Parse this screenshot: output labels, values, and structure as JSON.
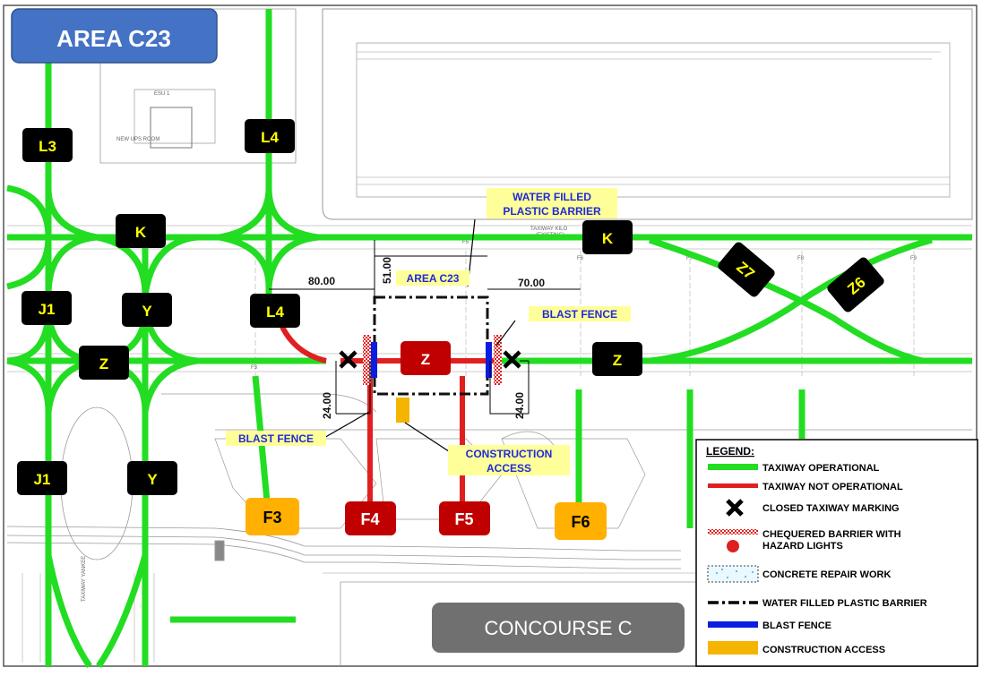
{
  "title": "AREA C23",
  "taxiway_labels": {
    "l3": "L3",
    "l4_top": "L4",
    "k_left": "K",
    "j1_mid": "J1",
    "y_mid": "Y",
    "l4_mid": "L4",
    "z_left": "Z",
    "j1_low": "J1",
    "y_low": "Y",
    "k_right": "K",
    "z_center": "Z",
    "z_right": "Z",
    "z7": "Z7",
    "z6": "Z6"
  },
  "gates": {
    "f3": "F3",
    "f4": "F4",
    "f5": "F5",
    "f6": "F6"
  },
  "annotations": {
    "water_barrier_line1": "WATER FILLED",
    "water_barrier_line2": "PLASTIC BARRIER",
    "area_label": "AREA C23",
    "blast_fence_right": "BLAST FENCE",
    "blast_fence_left": "BLAST FENCE",
    "construction_line1": "CONSTRUCTION",
    "construction_line2": "ACCESS"
  },
  "dimensions": {
    "d80": "80.00",
    "d51": "51.00",
    "d70": "70.00",
    "d24_left": "24.00",
    "d24_right": "24.00"
  },
  "drawing_text": {
    "esu": "ESU 1",
    "new_ups_room": "NEW UPS ROOM",
    "taxiway_kilo": "TAXIWAY KILO",
    "existing": "(EXISTING)",
    "taxiway_yankee": "TAXIWAY YANKEE",
    "stand_labels": [
      "F3",
      "F5",
      "F6",
      "F7",
      "F8",
      "F9"
    ]
  },
  "concourse": "CONCOURSE C",
  "legend": {
    "title": "LEGEND:",
    "items": [
      "TAXIWAY OPERATIONAL",
      "TAXIWAY NOT OPERATIONAL",
      "CLOSED TAXIWAY MARKING",
      "CHEQUERED BARRIER WITH",
      "HAZARD LIGHTS",
      "CONCRETE REPAIR WORK",
      "WATER FILLED PLASTIC BARRIER",
      "BLAST FENCE",
      "CONSTRUCTION ACCESS"
    ]
  },
  "colors": {
    "operational": "#22dd22",
    "not_operational": "#e02020",
    "gate_red": "#c00000",
    "gate_orange": "#ffb000",
    "blast_fence": "#0a1ee0",
    "construction": "#f5b400",
    "title_box": "#4472c4",
    "concourse_box": "#707070",
    "callout_bg": "#ffff99",
    "callout_text": "#1f2ad8"
  }
}
